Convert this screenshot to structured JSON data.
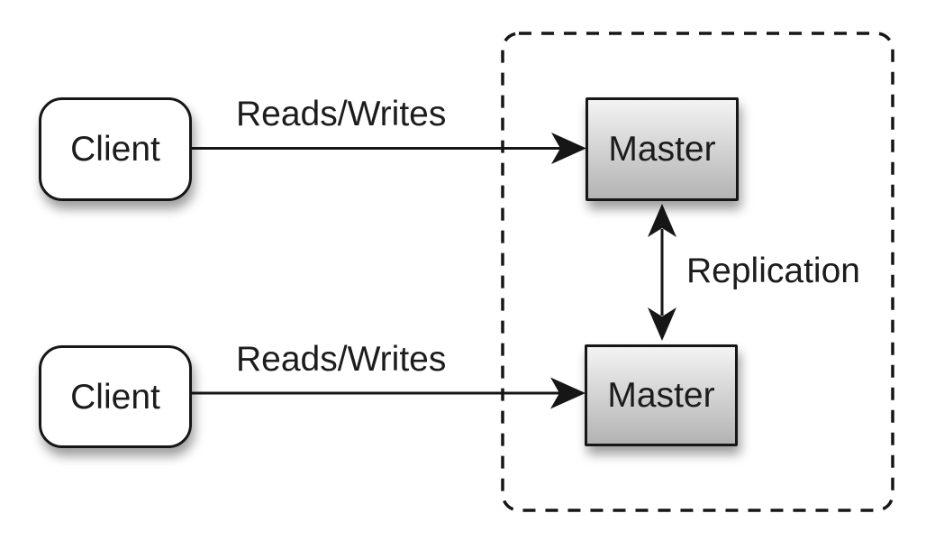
{
  "diagram": {
    "nodes": {
      "client_top": {
        "label": "Client"
      },
      "client_bottom": {
        "label": "Client"
      },
      "master_top": {
        "label": "Master"
      },
      "master_bottom": {
        "label": "Master"
      }
    },
    "edges": {
      "reads_writes_top": {
        "label": "Reads/Writes"
      },
      "reads_writes_bottom": {
        "label": "Reads/Writes"
      },
      "replication": {
        "label": "Replication"
      }
    },
    "colors": {
      "stroke": "#161616",
      "text": "#1c1c1c",
      "client_fill": "#ffffff",
      "master_fill_top": "#f3f3f3",
      "master_fill_bottom": "#b3b3b3",
      "background": "#ffffff"
    }
  }
}
